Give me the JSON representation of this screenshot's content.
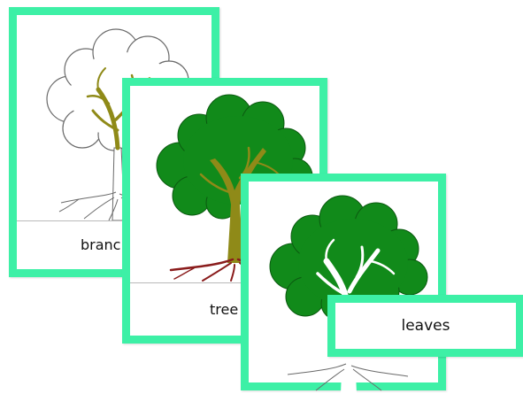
{
  "cards": [
    {
      "label": "branc"
    },
    {
      "label": "tree"
    },
    {
      "label": "leaves"
    }
  ],
  "colors": {
    "frame": "#3df0a6",
    "foliage": "#118a1a",
    "trunk": "#8f8a18",
    "roots": "#8a1c1c"
  }
}
